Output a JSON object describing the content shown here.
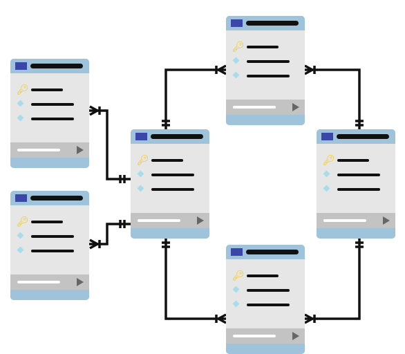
{
  "diagram": {
    "type": "entity-relationship",
    "colors": {
      "header": "#9fc3db",
      "header_marker": "#3a47a8",
      "body": "#e6e6e6",
      "footer": "#c3c3c3",
      "primary_key": "#f5c400",
      "field_marker": "#a8dcec",
      "connector": "#111111"
    },
    "tables": [
      {
        "id": "c1",
        "fields": [
          {
            "icon": "key-icon"
          },
          {
            "icon": "diamond-icon"
          },
          {
            "icon": "diamond-icon"
          }
        ],
        "footer_icon": "play-icon"
      },
      {
        "id": "c2",
        "fields": [
          {
            "icon": "key-icon"
          },
          {
            "icon": "diamond-icon"
          },
          {
            "icon": "diamond-icon"
          }
        ],
        "footer_icon": "play-icon"
      },
      {
        "id": "c3",
        "fields": [
          {
            "icon": "key-icon"
          },
          {
            "icon": "diamond-icon"
          },
          {
            "icon": "diamond-icon"
          }
        ],
        "footer_icon": "play-icon"
      },
      {
        "id": "c4",
        "fields": [
          {
            "icon": "key-icon"
          },
          {
            "icon": "diamond-icon"
          },
          {
            "icon": "diamond-icon"
          }
        ],
        "footer_icon": "play-icon"
      },
      {
        "id": "c5",
        "fields": [
          {
            "icon": "key-icon"
          },
          {
            "icon": "diamond-icon"
          },
          {
            "icon": "diamond-icon"
          }
        ],
        "footer_icon": "play-icon"
      },
      {
        "id": "c6",
        "fields": [
          {
            "icon": "key-icon"
          },
          {
            "icon": "diamond-icon"
          },
          {
            "icon": "diamond-icon"
          }
        ],
        "footer_icon": "play-icon"
      }
    ],
    "relationships": [
      {
        "from": "c1",
        "to": "c3",
        "from_end": "many",
        "to_end": "one"
      },
      {
        "from": "c2",
        "to": "c3",
        "from_end": "many",
        "to_end": "one"
      },
      {
        "from": "c3",
        "to": "c4",
        "from_end": "one",
        "to_end": "many"
      },
      {
        "from": "c4",
        "to": "c5",
        "from_end": "many",
        "to_end": "one"
      },
      {
        "from": "c3",
        "to": "c6",
        "from_end": "one",
        "to_end": "many"
      },
      {
        "from": "c6",
        "to": "c5",
        "from_end": "many",
        "to_end": "one"
      }
    ]
  }
}
